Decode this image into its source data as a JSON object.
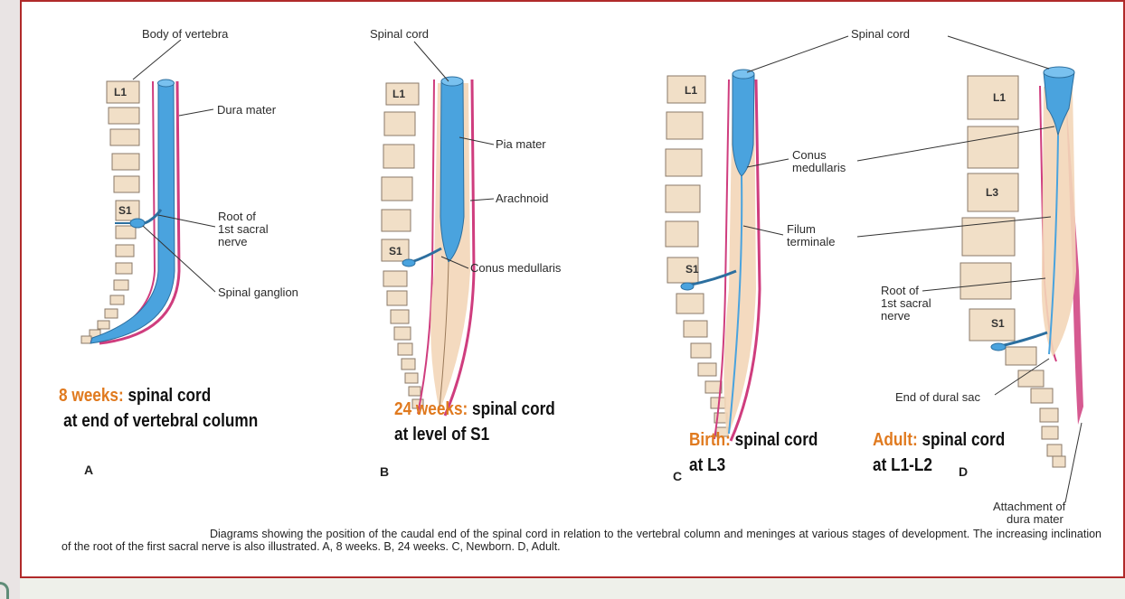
{
  "colors": {
    "frame_border": "#b02a2a",
    "cord": "#4aa3de",
    "vertebra": "#f1dfc7",
    "dura": "#cf3d7e",
    "stage_key": "#e07a1f"
  },
  "labels": {
    "body_of_vertebra": "Body of vertebra",
    "dura_mater": "Dura mater",
    "root_1": "Root of",
    "root_2": "1st sacral",
    "root_3": "nerve",
    "spinal_ganglion": "Spinal ganglion",
    "spinal_cord_b": "Spinal cord",
    "pia_mater": "Pia mater",
    "arachnoid": "Arachnoid",
    "conus_medullaris_b": "Conus medullaris",
    "spinal_cord_cd": "Spinal cord",
    "conus_1": "Conus",
    "conus_2": "medullaris",
    "filum_1": "Filum",
    "filum_2": "terminale",
    "root_d_1": "Root of",
    "root_d_2": "1st sacral",
    "root_d_3": "nerve",
    "end_dural_sac": "End of dural sac",
    "attachment_1": "Attachment of",
    "attachment_2": "dura mater"
  },
  "vertebra_labels": {
    "l1": "L1",
    "s1": "S1",
    "l3": "L3"
  },
  "panels": {
    "a": "A",
    "b": "B",
    "c": "C",
    "d": "D"
  },
  "stages": {
    "a": {
      "key": "8 weeks:",
      "rest": " spinal cord",
      "line2": "at end of vertebral column"
    },
    "b": {
      "key": "24 weeks:",
      "rest": " spinal cord",
      "line2": "at level of S1"
    },
    "c": {
      "key": "Birth:",
      "rest": " spinal cord",
      "line2": "at L3"
    },
    "d": {
      "key": "Adult:",
      "rest": " spinal cord",
      "line2": "at L1-L2"
    }
  },
  "caption": "Diagrams showing the position of the caudal end of the spinal cord in relation to the vertebral column and meninges at various stages of development. The increasing inclination of the root of the first sacral nerve is also illustrated. A, 8 weeks. B, 24 weeks. C, Newborn. D, Adult."
}
